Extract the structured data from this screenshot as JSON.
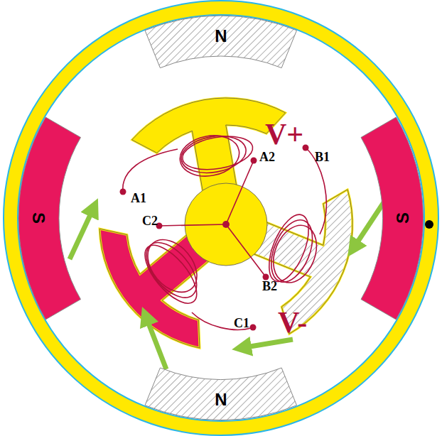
{
  "diagram": {
    "nodes": [
      {
        "text": [
          "N"
        ]
      },
      {
        "text": [
          "S"
        ]
      },
      {
        "text": [
          "S"
        ]
      },
      {
        "text": [
          "N"
        ]
      }
    ],
    "labels": [
      "A1",
      "A2",
      "B1",
      "B2",
      "C1",
      "C2",
      "V+",
      "V-"
    ]
  }
}
